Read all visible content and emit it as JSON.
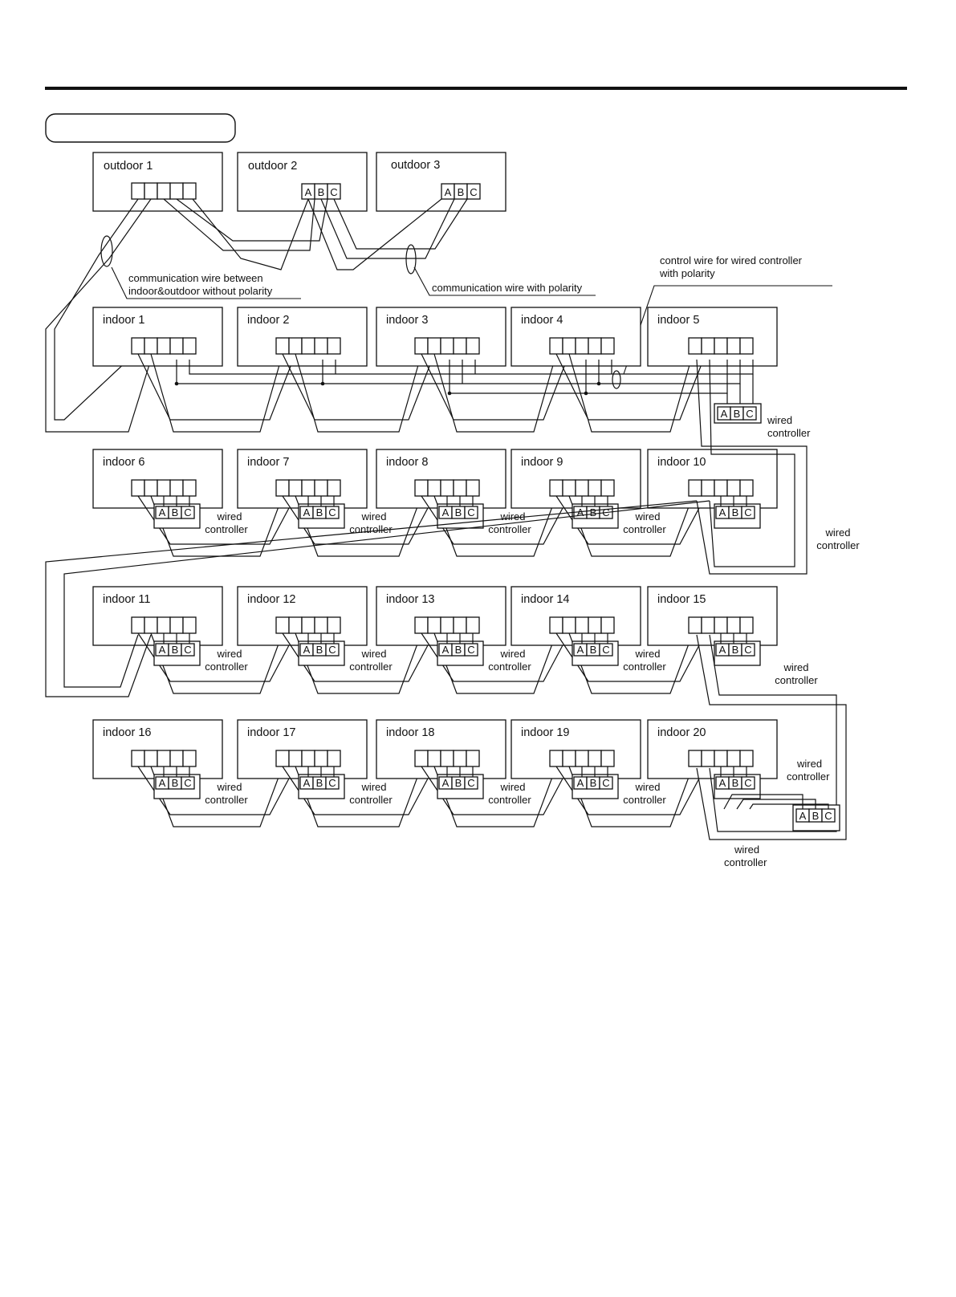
{
  "page": {
    "header_rule": true,
    "label_box_text": ""
  },
  "outdoor_units": [
    {
      "label": "outdoor 1",
      "terminals": [
        "",
        "",
        "",
        "",
        ""
      ]
    },
    {
      "label": "outdoor 2",
      "terminals": [
        "A",
        "B",
        "C"
      ]
    },
    {
      "label": "outdoor 3",
      "terminals": [
        "A",
        "B",
        "C"
      ]
    }
  ],
  "indoor_rows": [
    [
      "indoor 1",
      "indoor 2",
      "indoor 3",
      "indoor 4",
      "indoor 5"
    ],
    [
      "indoor 6",
      "indoor 7",
      "indoor 8",
      "indoor 9",
      "indoor 10"
    ],
    [
      "indoor 11",
      "indoor 12",
      "indoor 13",
      "indoor 14",
      "indoor 15"
    ],
    [
      "indoor 16",
      "indoor 17",
      "indoor 18",
      "indoor 19",
      "indoor 20"
    ]
  ],
  "wired_controller": {
    "line1": "wired",
    "line2": "controller",
    "terminals": [
      "A",
      "B",
      "C"
    ]
  },
  "annotations": {
    "comm_no_polarity_line1": "communication wire between",
    "comm_no_polarity_line2": "indoor&outdoor without polarity",
    "comm_polarity": "communication wire with polarity",
    "control_wire_line1": "control wire for wired controller",
    "control_wire_line2": "with polarity"
  },
  "colors": {
    "line": "#111111",
    "background": "#ffffff"
  }
}
